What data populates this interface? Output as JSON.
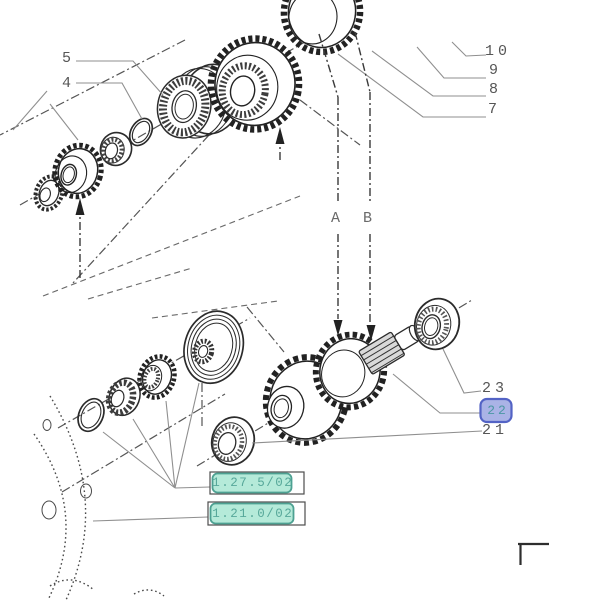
{
  "callouts": {
    "n4": "4",
    "n5": "5",
    "n7": "7",
    "n8": "8",
    "n9": "9",
    "n10": "10",
    "n21": "21",
    "n22": "22",
    "n23": "23"
  },
  "section_labels": {
    "a": "A",
    "b": "B"
  },
  "references": {
    "selected": "1.27.5/02",
    "secondary": "1.21.0/02"
  },
  "colors": {
    "ref_fill": "#b5ead9",
    "ref_border": "#4da192",
    "ref_text": "#57a89a",
    "selected_fill": "#aab3e6",
    "selected_border": "#5363c5",
    "selected_text": "#4b97a4",
    "line": "#2b2b2b",
    "leader": "#8f8f8f"
  }
}
